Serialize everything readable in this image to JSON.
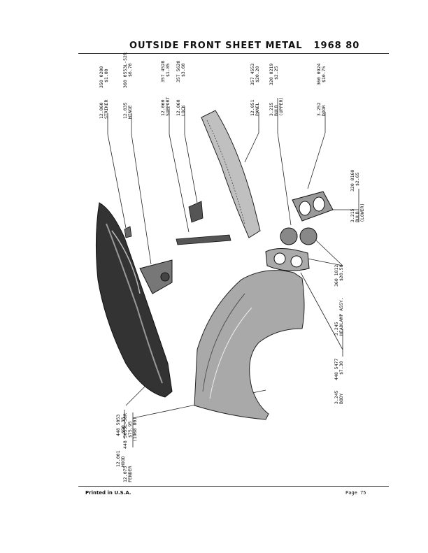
{
  "title": {
    "section": "OUTSIDE FRONT SHEET METAL",
    "years": "1968 80"
  },
  "parts": [
    {
      "id": "striker",
      "lines": [
        "12.060",
        "STRIKER"
      ],
      "part": "350 0200",
      "price": "$1.00"
    },
    {
      "id": "hinge",
      "lines": [
        "12.035",
        "HINGE"
      ],
      "part": "360 0553L-52R",
      "price": "$6.70"
    },
    {
      "id": "support",
      "lines": [
        "12.060",
        "SUPPORT"
      ],
      "part": "357 4528",
      "price": "$1.85"
    },
    {
      "id": "lock",
      "lines": [
        "12.060",
        "LOCK"
      ],
      "part": "357 5620",
      "price": "$3.60"
    },
    {
      "id": "panel",
      "lines": [
        "12.051",
        "PANEL"
      ],
      "part": "357 4553",
      "price": "$20.20"
    },
    {
      "id": "bulb-upper",
      "lines": [
        "3.215",
        "BULB",
        "(UPPER)"
      ],
      "part": "320 0219",
      "price": "$2.25"
    },
    {
      "id": "door",
      "lines": [
        "3.252",
        "DOOR"
      ],
      "part": "360 0924",
      "price": "$10.75"
    },
    {
      "id": "bulb-lower",
      "lines": [
        "3.215",
        "BULB",
        "(LOWER)"
      ],
      "part": "320 0160",
      "price": "$2.65"
    },
    {
      "id": "headlamp",
      "lines": [
        "3.245",
        "HEADLAMP ASSY."
      ],
      "part": "360 1812",
      "price": "$20.50"
    },
    {
      "id": "body",
      "lines": [
        "3.245",
        "BODY"
      ],
      "part": "448 5477",
      "price": "$7.30"
    },
    {
      "id": "hood",
      "lines": [
        "12.001",
        "HOOD"
      ],
      "part": "448 5053",
      "price": "$90.35"
    },
    {
      "id": "fender",
      "lines": [
        "12.075",
        "FENDER"
      ],
      "part": "448 5055L-58R",
      "price": "$75.95",
      "note": "(1968 80)"
    }
  ],
  "footer": {
    "printed": "Printed in U.S.A.",
    "page": "Page 75"
  }
}
